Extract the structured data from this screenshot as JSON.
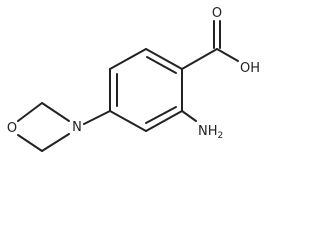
{
  "molecule": {
    "atoms": {
      "carbonyl_o": "O",
      "hydroxyl": "OH",
      "amino_n": "N",
      "amino_h": "H",
      "amino_h_count": "2",
      "morpholine_n": "N",
      "morpholine_o": "O"
    }
  },
  "colors": {
    "bond": "#222222",
    "background": "#ffffff"
  }
}
